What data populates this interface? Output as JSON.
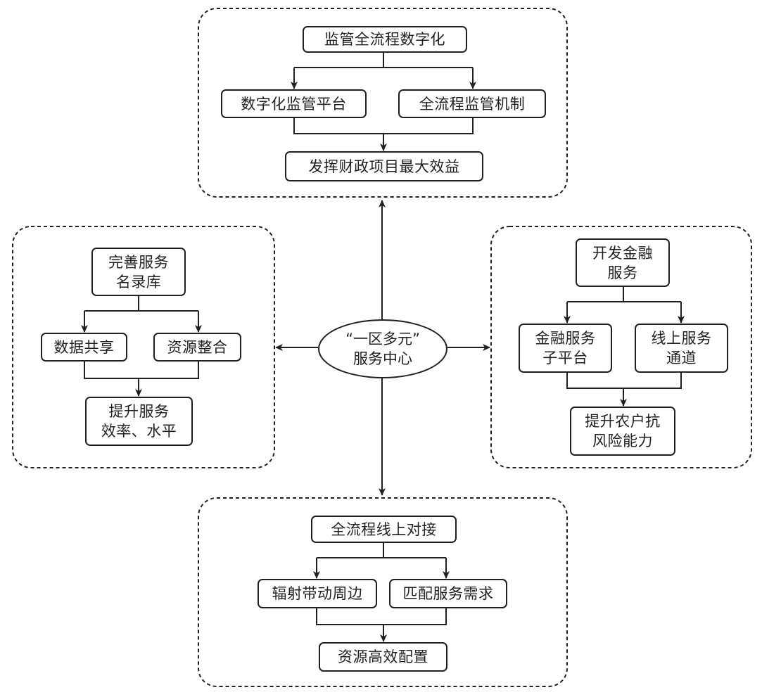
{
  "colors": {
    "stroke": "#231f20",
    "background": "#ffffff"
  },
  "center": {
    "label": "“一区多元”\n服务中心"
  },
  "top": {
    "root": "监管全流程数字化",
    "left": "数字化监管平台",
    "right": "全流程监管机制",
    "result": "发挥财政项目最大效益"
  },
  "left": {
    "root": "完善服务\n名录库",
    "left": "数据共享",
    "right": "资源整合",
    "result": "提升服务\n效率、水平"
  },
  "right": {
    "root": "开发金融\n服务",
    "left": "金融服务\n子平台",
    "right": "线上服务\n通道",
    "result": "提升农户抗\n风险能力"
  },
  "bottom": {
    "root": "全流程线上对接",
    "left": "辐射带动周边",
    "right": "匹配服务需求",
    "result": "资源高效配置"
  }
}
